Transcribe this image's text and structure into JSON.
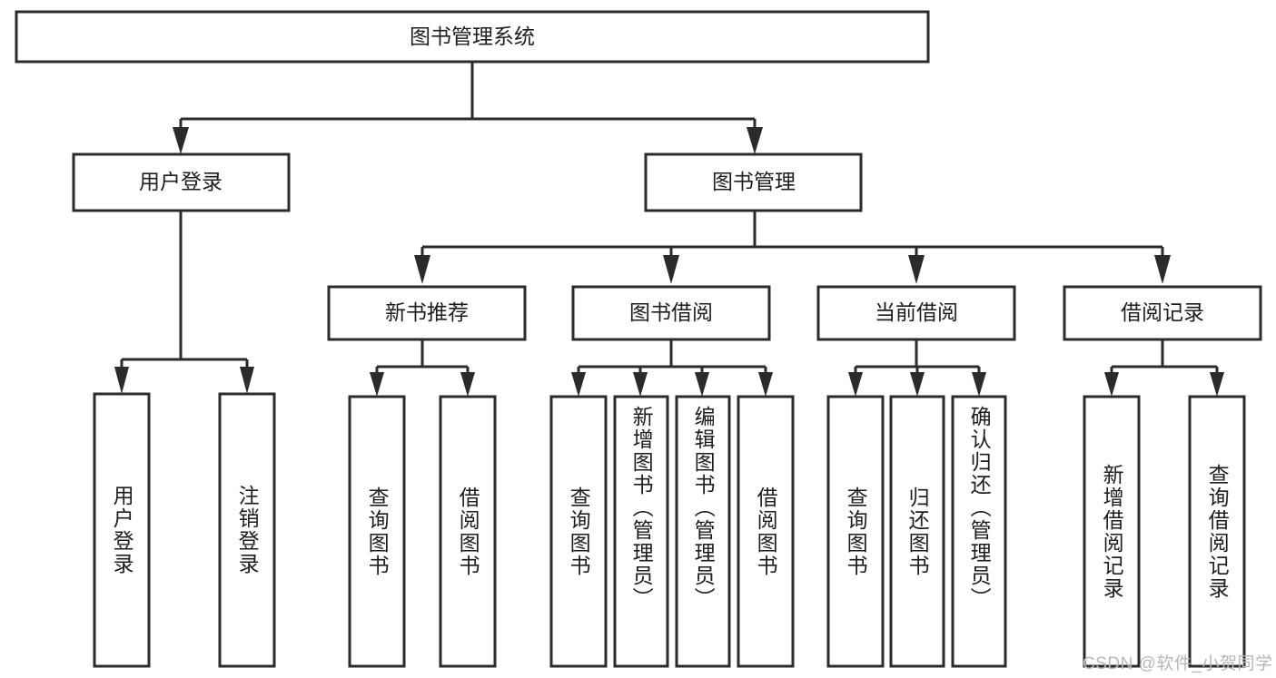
{
  "diagram": {
    "type": "tree",
    "title": "图书管理系统",
    "orientation": "top-down",
    "colors": {
      "box_stroke": "#2b2b2b",
      "box_fill": "#ffffff",
      "connector": "#2b2b2b",
      "text": "#1d1d1d",
      "background": "#ffffff",
      "watermark": "#b8b8b8"
    },
    "levels": {
      "level1": [
        {
          "id": "root",
          "label": "图书管理系统"
        }
      ],
      "level2": [
        {
          "id": "user-login",
          "label": "用户登录"
        },
        {
          "id": "book-management",
          "label": "图书管理"
        }
      ],
      "level3": [
        {
          "id": "new-book-recommend",
          "label": "新书推荐"
        },
        {
          "id": "book-borrow",
          "label": "图书借阅"
        },
        {
          "id": "current-borrow",
          "label": "当前借阅"
        },
        {
          "id": "borrow-record",
          "label": "借阅记录"
        }
      ],
      "leaves": {
        "user-login": [
          {
            "id": "leaf-user-login",
            "label": "用户登录"
          },
          {
            "id": "leaf-logout",
            "label": "注销登录"
          }
        ],
        "new-book-recommend": [
          {
            "id": "leaf-query-book-1",
            "label": "查询图书"
          },
          {
            "id": "leaf-borrow-book-1",
            "label": "借阅图书"
          }
        ],
        "book-borrow": [
          {
            "id": "leaf-query-book-2",
            "label": "查询图书"
          },
          {
            "id": "leaf-add-book",
            "label": "新增图书（管理员）"
          },
          {
            "id": "leaf-edit-book",
            "label": "编辑图书（管理员）"
          },
          {
            "id": "leaf-borrow-book-2",
            "label": "借阅图书"
          }
        ],
        "current-borrow": [
          {
            "id": "leaf-query-book-3",
            "label": "查询图书"
          },
          {
            "id": "leaf-return-book",
            "label": "归还图书"
          },
          {
            "id": "leaf-confirm-return",
            "label": "确认归还（管理员）"
          }
        ],
        "borrow-record": [
          {
            "id": "leaf-add-record",
            "label": "新增借阅记录"
          },
          {
            "id": "leaf-query-record",
            "label": "查询借阅记录"
          }
        ]
      }
    }
  },
  "watermark": {
    "text": "CSDN @软件_小贺同学"
  }
}
